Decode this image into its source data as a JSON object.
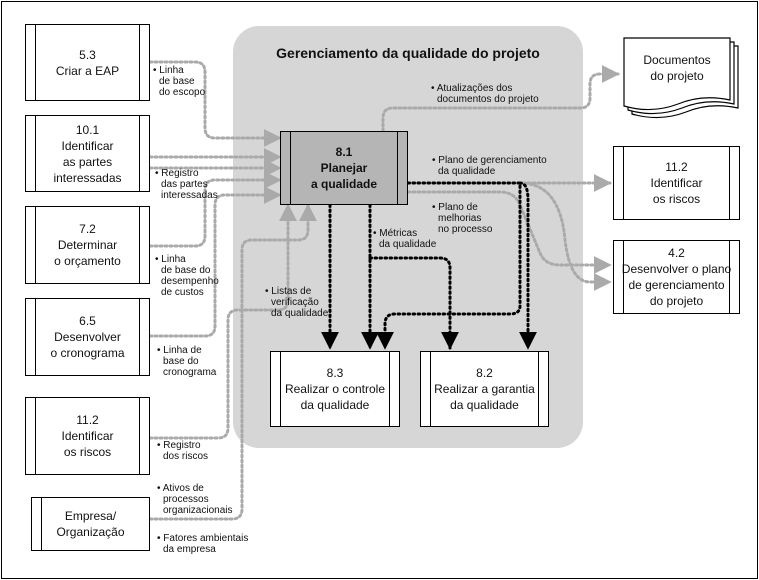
{
  "title": "Gerenciamento da qualidade do projeto",
  "center": {
    "num": "8.1",
    "lines": [
      "Planejar",
      "a qualidade"
    ]
  },
  "inputs": [
    {
      "lines": [
        "5.3",
        "Criar a EAP"
      ]
    },
    {
      "lines": [
        "10.1",
        "Identificar",
        "as partes",
        "interessadas"
      ]
    },
    {
      "lines": [
        "7.2",
        "Determinar",
        "o orçamento"
      ]
    },
    {
      "lines": [
        "6.5",
        "Desenvolver",
        "o cronograma"
      ]
    },
    {
      "lines": [
        "11.2",
        "Identificar",
        "os riscos"
      ]
    },
    {
      "lines": [
        "Empresa/",
        "Organização"
      ]
    }
  ],
  "outputs": {
    "documents": [
      "Documentos",
      "do projeto"
    ],
    "risks": [
      "11.2",
      "Identificar",
      "os riscos"
    ],
    "plan": [
      "4.2",
      "Desenvolver o plano",
      "de gerenciamento",
      "do projeto"
    ],
    "control": [
      "8.3",
      "Realizar o controle",
      "da qualidade"
    ],
    "assurance": [
      "8.2",
      "Realizar a garantia",
      "da qualidade"
    ]
  },
  "labels": {
    "wbs": [
      "Linha",
      "de base",
      "do escopo"
    ],
    "stakeholders": [
      "Registro",
      "das partes",
      "interessadas"
    ],
    "cost": [
      "Linha",
      "de base do",
      "desempenho",
      "de custos"
    ],
    "schedule": [
      "Linha de",
      "base do",
      "cronograma"
    ],
    "risk_reg": [
      "Registro",
      "dos riscos"
    ],
    "assets": [
      "Ativos de",
      "processos",
      "organizacionais"
    ],
    "env": [
      "Fatores ambientais",
      "da empresa"
    ],
    "doc_updates": [
      "Atualizações dos",
      "documentos do projeto"
    ],
    "qm_plan": [
      "Plano de gerenciamento",
      "da qualidade"
    ],
    "improve": [
      "Plano de",
      "melhorias",
      "no processo"
    ],
    "metrics": [
      "Métricas",
      "da qualidade"
    ],
    "checklists": [
      "Listas de",
      "verificação",
      "da qualidade"
    ]
  }
}
